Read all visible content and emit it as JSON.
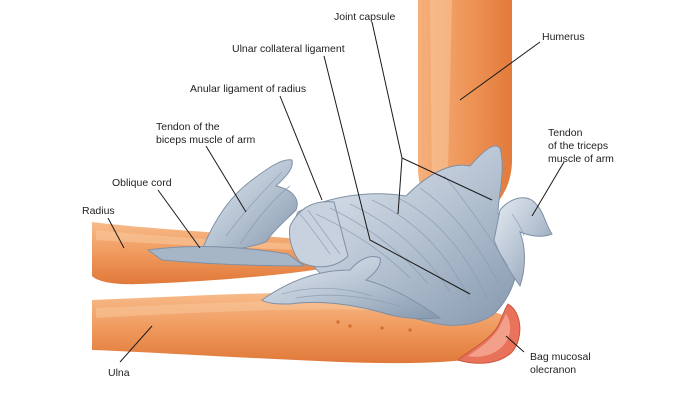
{
  "diagram": {
    "colors": {
      "bone": "#F1A067",
      "bone_shade": "#E07C3C",
      "bone_light": "#F8C69A",
      "ligament": "#B9C5D3",
      "ligament_shade": "#7F90A6",
      "ligament_light": "#E3E9F0",
      "bursa": "#E9735A",
      "label_text": "#222222",
      "leader_line": "#1a1a1a"
    },
    "labels": {
      "joint_capsule": "Joint capsule",
      "humerus": "Humerus",
      "ulnar_collateral": "Ulnar collateral ligament",
      "anular_ligament": "Anular ligament of radius",
      "biceps_tendon_l1": "Tendon of the",
      "biceps_tendon_l2": "biceps muscle of arm",
      "triceps_tendon_l1": "Tendon",
      "triceps_tendon_l2": "of the triceps",
      "triceps_tendon_l3": "muscle of arm",
      "oblique_cord": "Oblique cord",
      "radius": "Radius",
      "ulna": "Ulna",
      "bag_mucosal_l1": "Bag mucosal",
      "bag_mucosal_l2": "olecranon"
    }
  }
}
